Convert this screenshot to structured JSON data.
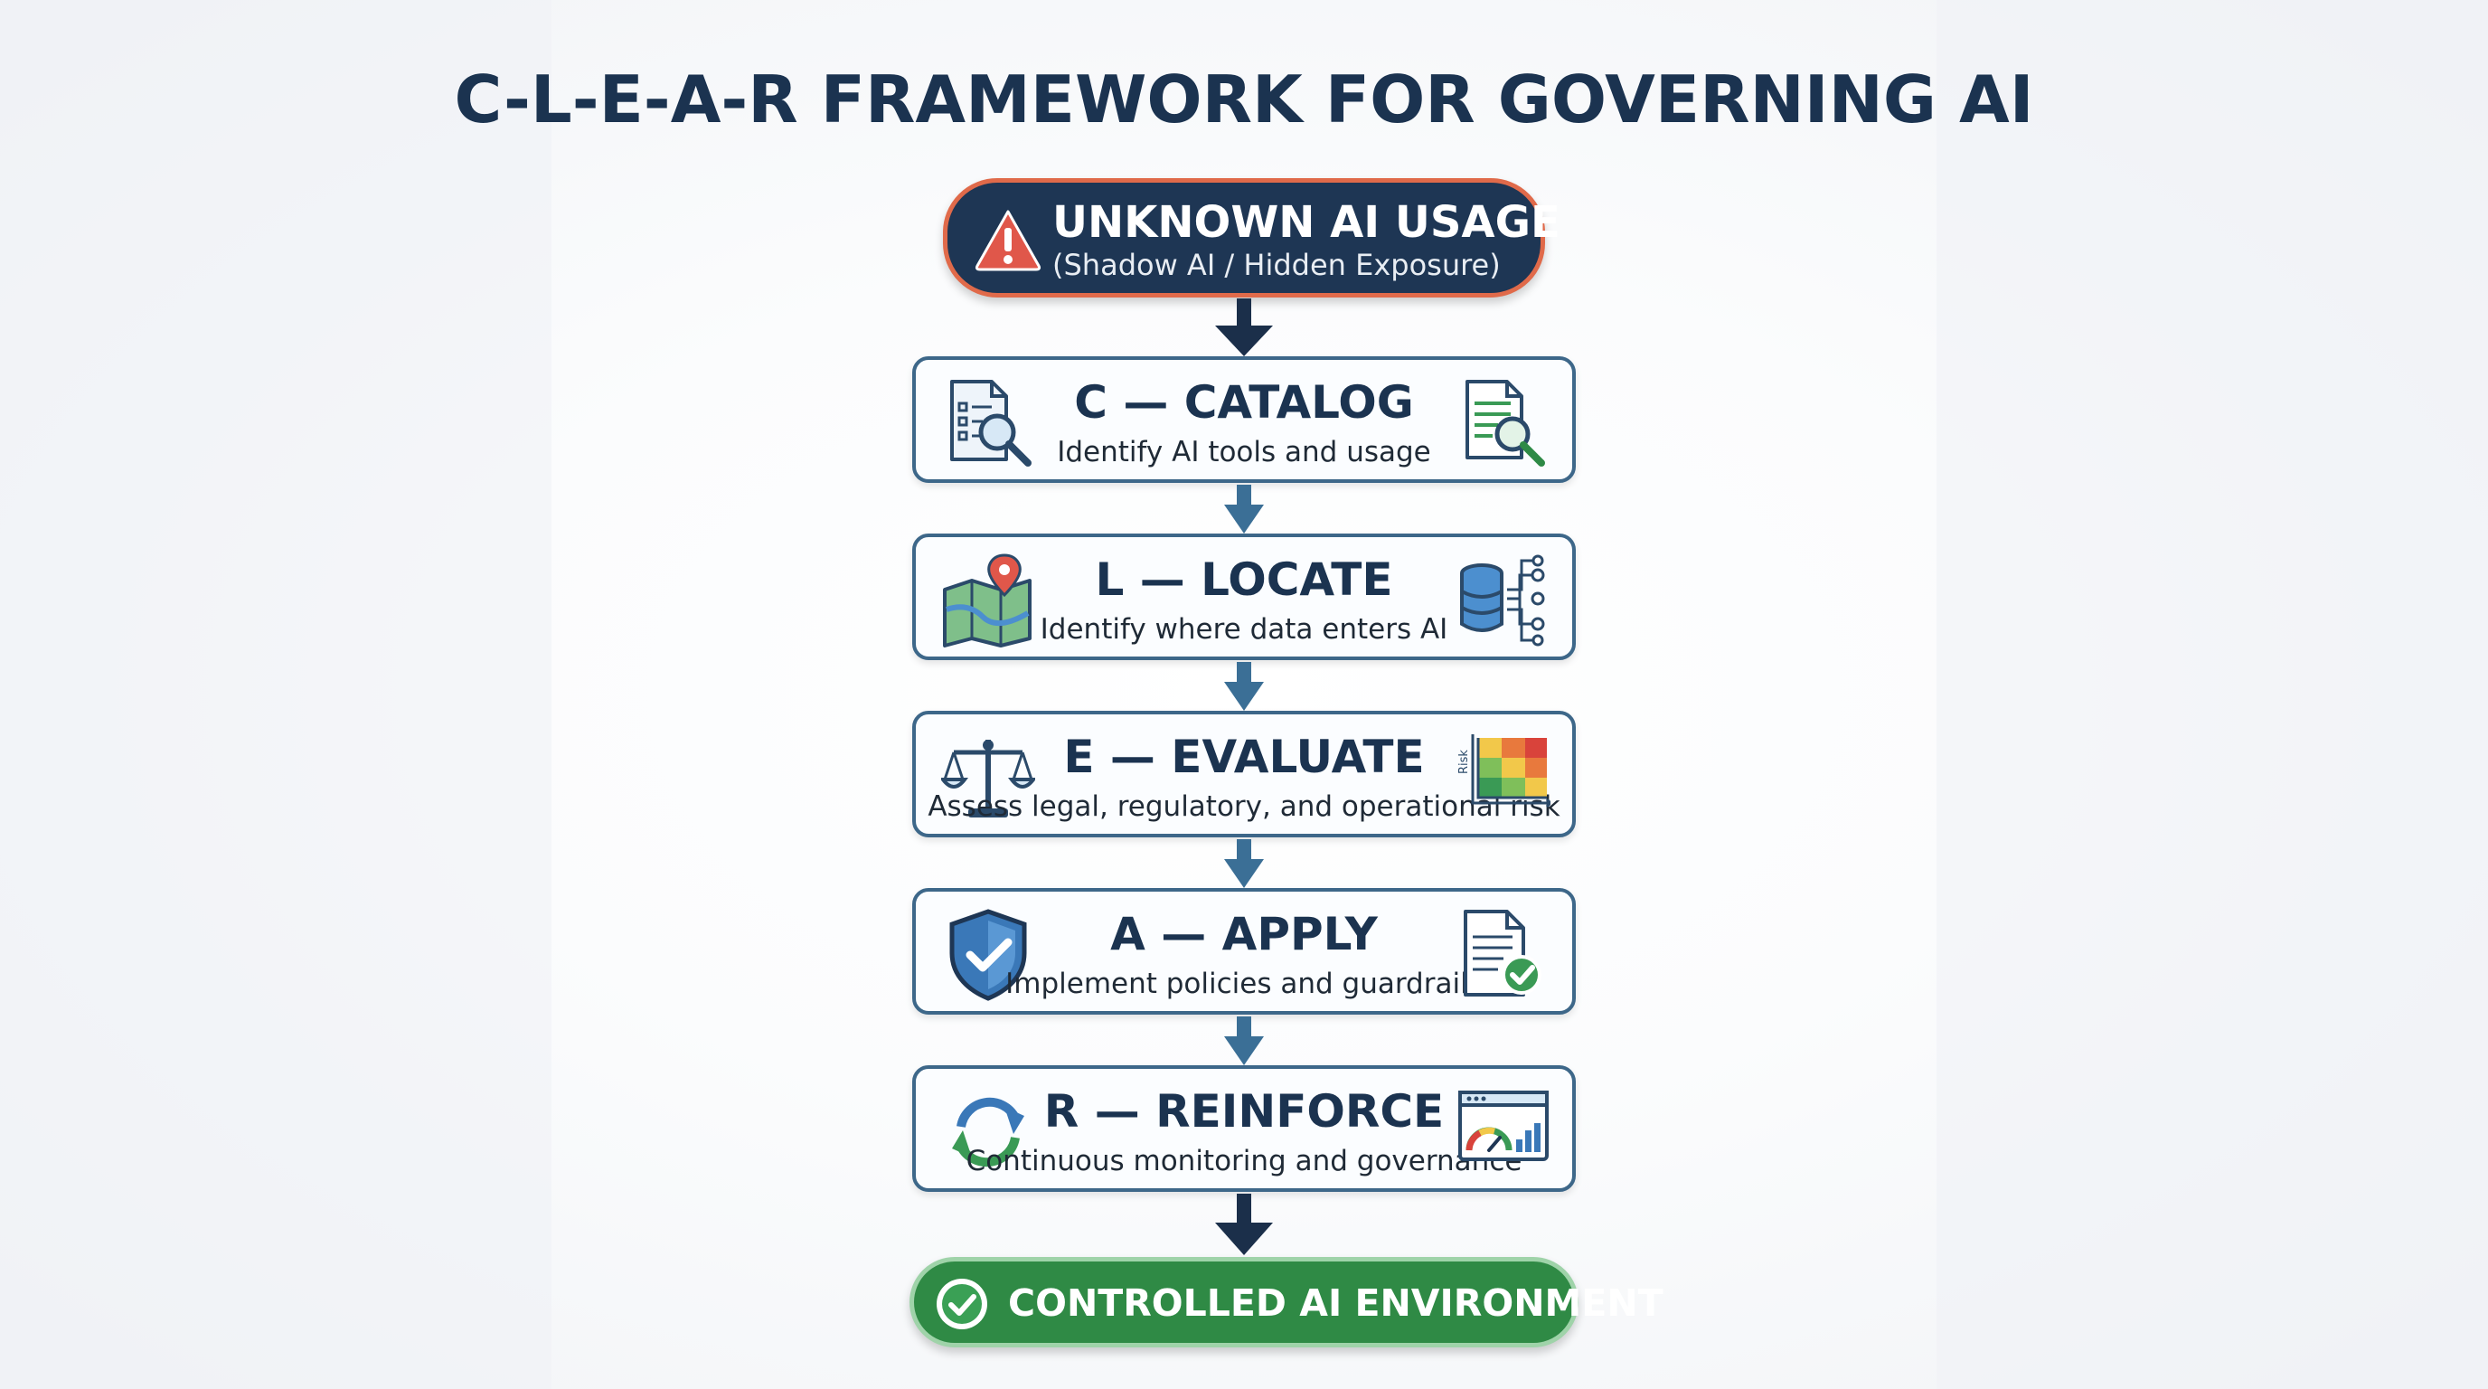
{
  "title": "C-L-E-A-R FRAMEWORK FOR GOVERNING AI",
  "start": {
    "title": "UNKNOWN AI USAGE",
    "subtitle": "(Shadow AI / Hidden Exposure)",
    "icon": "warning-icon"
  },
  "steps": [
    {
      "title": "C — CATALOG",
      "desc": "Identify AI tools and usage",
      "icon_left": "checklist-search-icon",
      "icon_right": "document-search-icon"
    },
    {
      "title": "L — LOCATE",
      "desc": "Identify where data enters AI",
      "icon_left": "map-pin-icon",
      "icon_right": "database-network-icon"
    },
    {
      "title": "E — EVALUATE",
      "desc": "Assess legal, regulatory, and operational risk",
      "icon_left": "scales-icon",
      "icon_right": "risk-heatmap-icon",
      "icon_right_label": "Risk"
    },
    {
      "title": "A — APPLY",
      "desc": "Implement policies and guardrails",
      "icon_left": "shield-check-icon",
      "icon_right": "policy-document-check-icon"
    },
    {
      "title": "R — REINFORCE",
      "desc": "Continuous monitoring and governance",
      "icon_left": "refresh-cycle-icon",
      "icon_right": "dashboard-gauge-icon"
    }
  ],
  "end": {
    "title": "CONTROLLED AI ENVIRONMENT",
    "icon": "check-circle-icon"
  },
  "colors": {
    "navy": "#1e3654",
    "warning_border": "#e06a4a",
    "card_border": "#3d6789",
    "arrow_blue": "#3b6f96",
    "success_green": "#2f8a45"
  }
}
